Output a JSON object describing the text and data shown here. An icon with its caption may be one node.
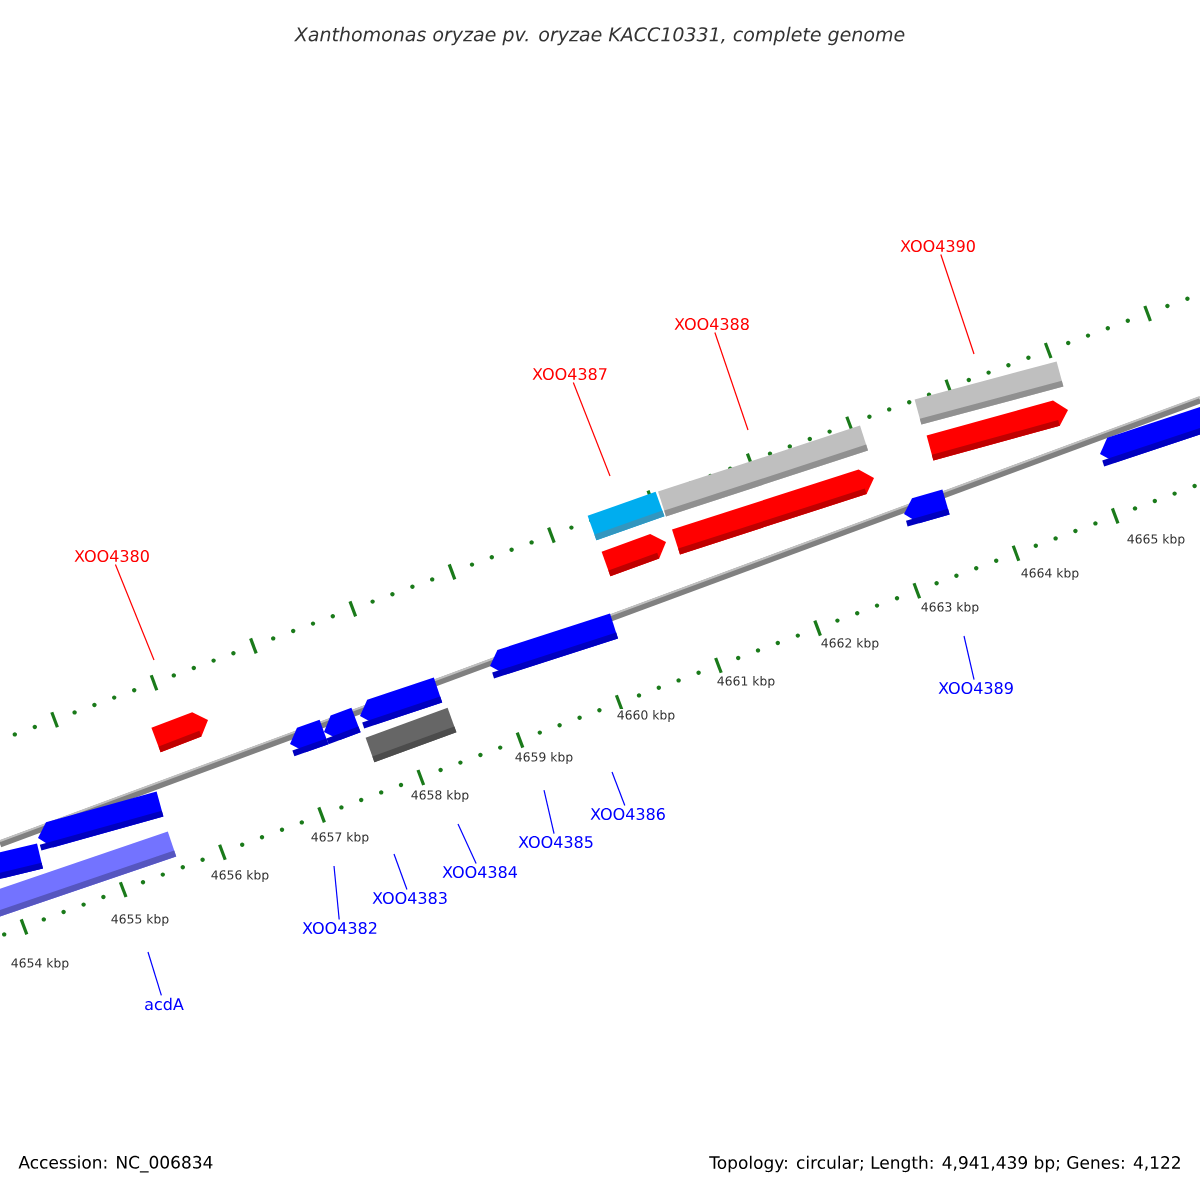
{
  "diagram": {
    "title": "Xanthomonas oryzae pv. oryzae KACC10331, complete genome",
    "nodes": [
      {
        "text": [
          "XOO4380"
        ]
      },
      {
        "text": [
          "XOO4387"
        ]
      },
      {
        "text": [
          "XOO4388"
        ]
      },
      {
        "text": [
          "XOO4390"
        ]
      },
      {
        "text": [
          "XOO4389"
        ]
      },
      {
        "text": [
          "acdA"
        ]
      },
      {
        "text": [
          "XOO4382"
        ]
      },
      {
        "text": [
          "XOO4383"
        ]
      },
      {
        "text": [
          "XOO4384"
        ]
      },
      {
        "text": [
          "XOO4385"
        ]
      },
      {
        "text": [
          "XOO4386"
        ]
      }
    ],
    "edges": [
      {
        "from": 0,
        "to": null,
        "arrow": "none",
        "color": "#ff0000"
      },
      {
        "from": 1,
        "to": null,
        "arrow": "none",
        "color": "#ff0000"
      },
      {
        "from": 2,
        "to": null,
        "arrow": "none",
        "color": "#ff0000"
      },
      {
        "from": 3,
        "to": null,
        "arrow": "none",
        "color": "#ff0000"
      },
      {
        "from": 4,
        "to": null,
        "arrow": "none"
      },
      {
        "from": 5,
        "to": null,
        "arrow": "none"
      },
      {
        "from": 6,
        "to": null,
        "arrow": "none"
      },
      {
        "from": 7,
        "to": null,
        "arrow": "none"
      },
      {
        "from": 8,
        "to": null,
        "arrow": "none"
      },
      {
        "from": 9,
        "to": null,
        "arrow": "none"
      },
      {
        "from": 10,
        "to": null,
        "arrow": "none"
      }
    ],
    "labels": [
      "4654 kbp",
      "4655 kbp",
      "4656 kbp",
      "4657 kbp",
      "4658 kbp",
      "4659 kbp",
      "4660 kbp",
      "4661 kbp",
      "4662 kbp",
      "4663 kbp",
      "4664 kbp",
      "4665 kbp",
      "Accession: NC_006834",
      "Topology: circular; Length: 4,941,439 bp; Genes: 4,122"
    ]
  }
}
